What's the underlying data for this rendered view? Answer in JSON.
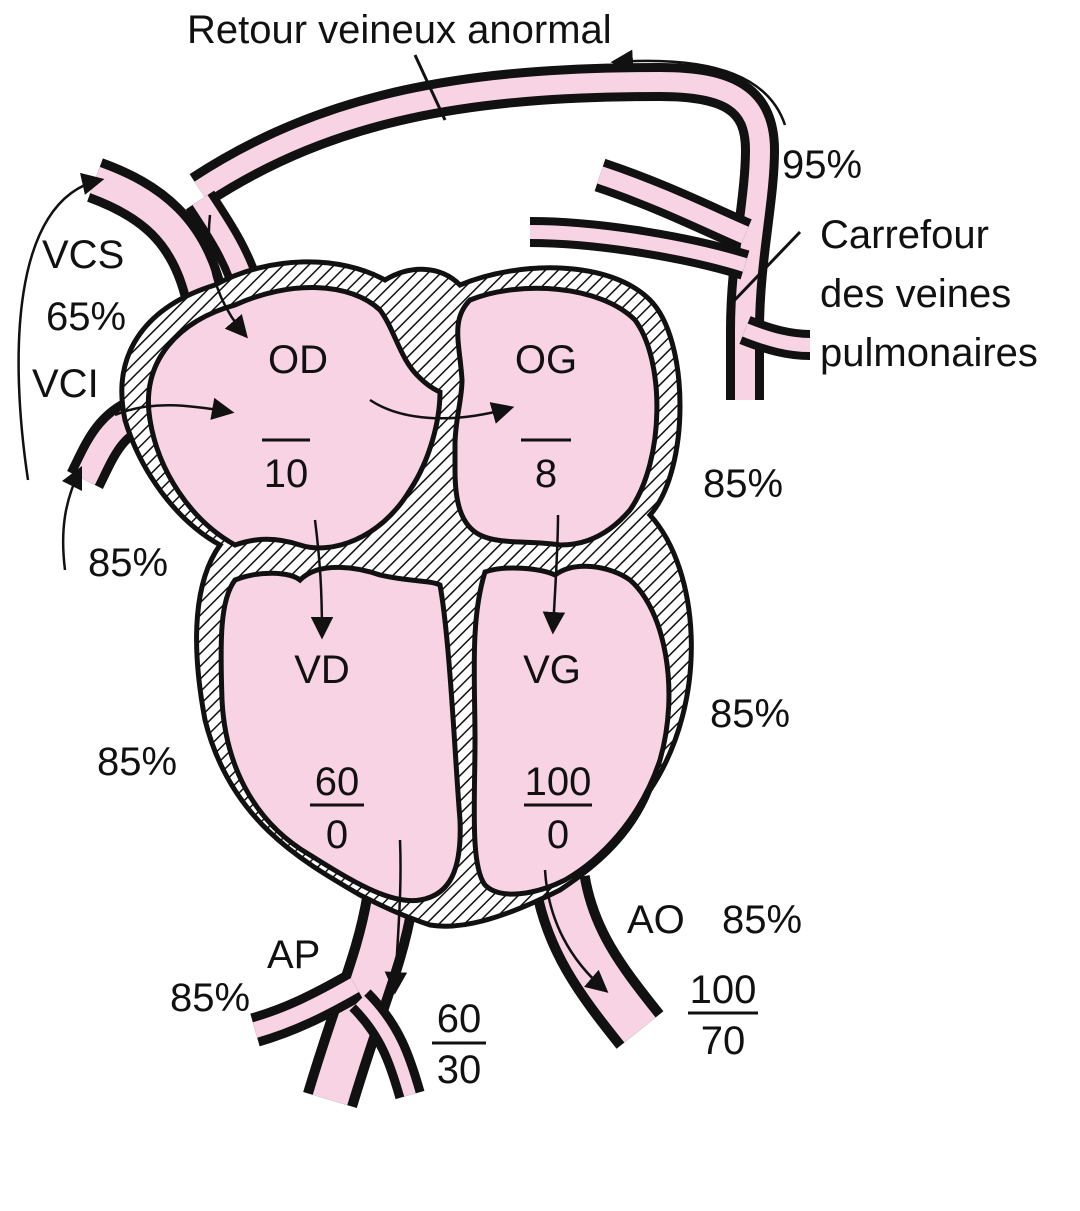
{
  "colors": {
    "chamber_fill": "#f8d3e4",
    "wall_stroke": "#111111",
    "wall_hatch": "#111111",
    "background": "#ffffff"
  },
  "title": "Retour veineux anormal",
  "labels": {
    "vcs": "VCS",
    "vcs_sat": "65%",
    "vci": "VCI",
    "vci_sat": "85%",
    "pulm_vein_sat": "95%",
    "carrefour_line1": "Carrefour",
    "carrefour_line2": "des veines",
    "carrefour_line3": "pulmonaires",
    "od": "OD",
    "og": "OG",
    "vd": "VD",
    "vg": "VG",
    "ap": "AP",
    "ao": "AO",
    "og_sat": "85%",
    "vg_sat": "85%",
    "vd_sat": "85%",
    "ap_sat": "85%",
    "ao_sat": "85%"
  },
  "pressures": {
    "od": {
      "num": "",
      "den": "10"
    },
    "og": {
      "num": "",
      "den": "8"
    },
    "vd": {
      "num": "60",
      "den": "0"
    },
    "vg": {
      "num": "100",
      "den": "0"
    },
    "ap": {
      "num": "60",
      "den": "30"
    },
    "ao": {
      "num": "100",
      "den": "70"
    }
  }
}
